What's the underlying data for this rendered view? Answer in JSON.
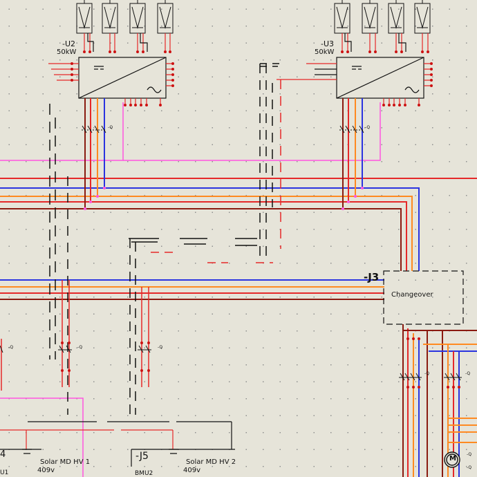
{
  "inverters": [
    {
      "tag": "-U2",
      "rating": "50kW"
    },
    {
      "tag": "-U3",
      "rating": "50kW"
    }
  ],
  "changeover": {
    "tag": "-J3",
    "label": "Changeover"
  },
  "junctions": [
    {
      "tag": "-J5"
    }
  ],
  "cut_label_left": "4",
  "cut_label_u1": "U1",
  "loads": [
    {
      "name": "Solar MD HV 1",
      "voltage": "409v"
    },
    {
      "name": "Solar MD HV 2",
      "voltage": "409v",
      "sub": "BMU2"
    }
  ],
  "switch_labels": [
    "-Q",
    "-Q",
    "-Q",
    "-Q",
    "-Q",
    "-Q",
    "-Q",
    "-Q",
    "-Q"
  ],
  "motor_label": "M",
  "colors": {
    "red": "#e52828",
    "blue": "#2a33e0",
    "orange": "#ff8a20",
    "brown": "#8a1a10",
    "pink": "#ff55e0",
    "line": "#111111"
  }
}
